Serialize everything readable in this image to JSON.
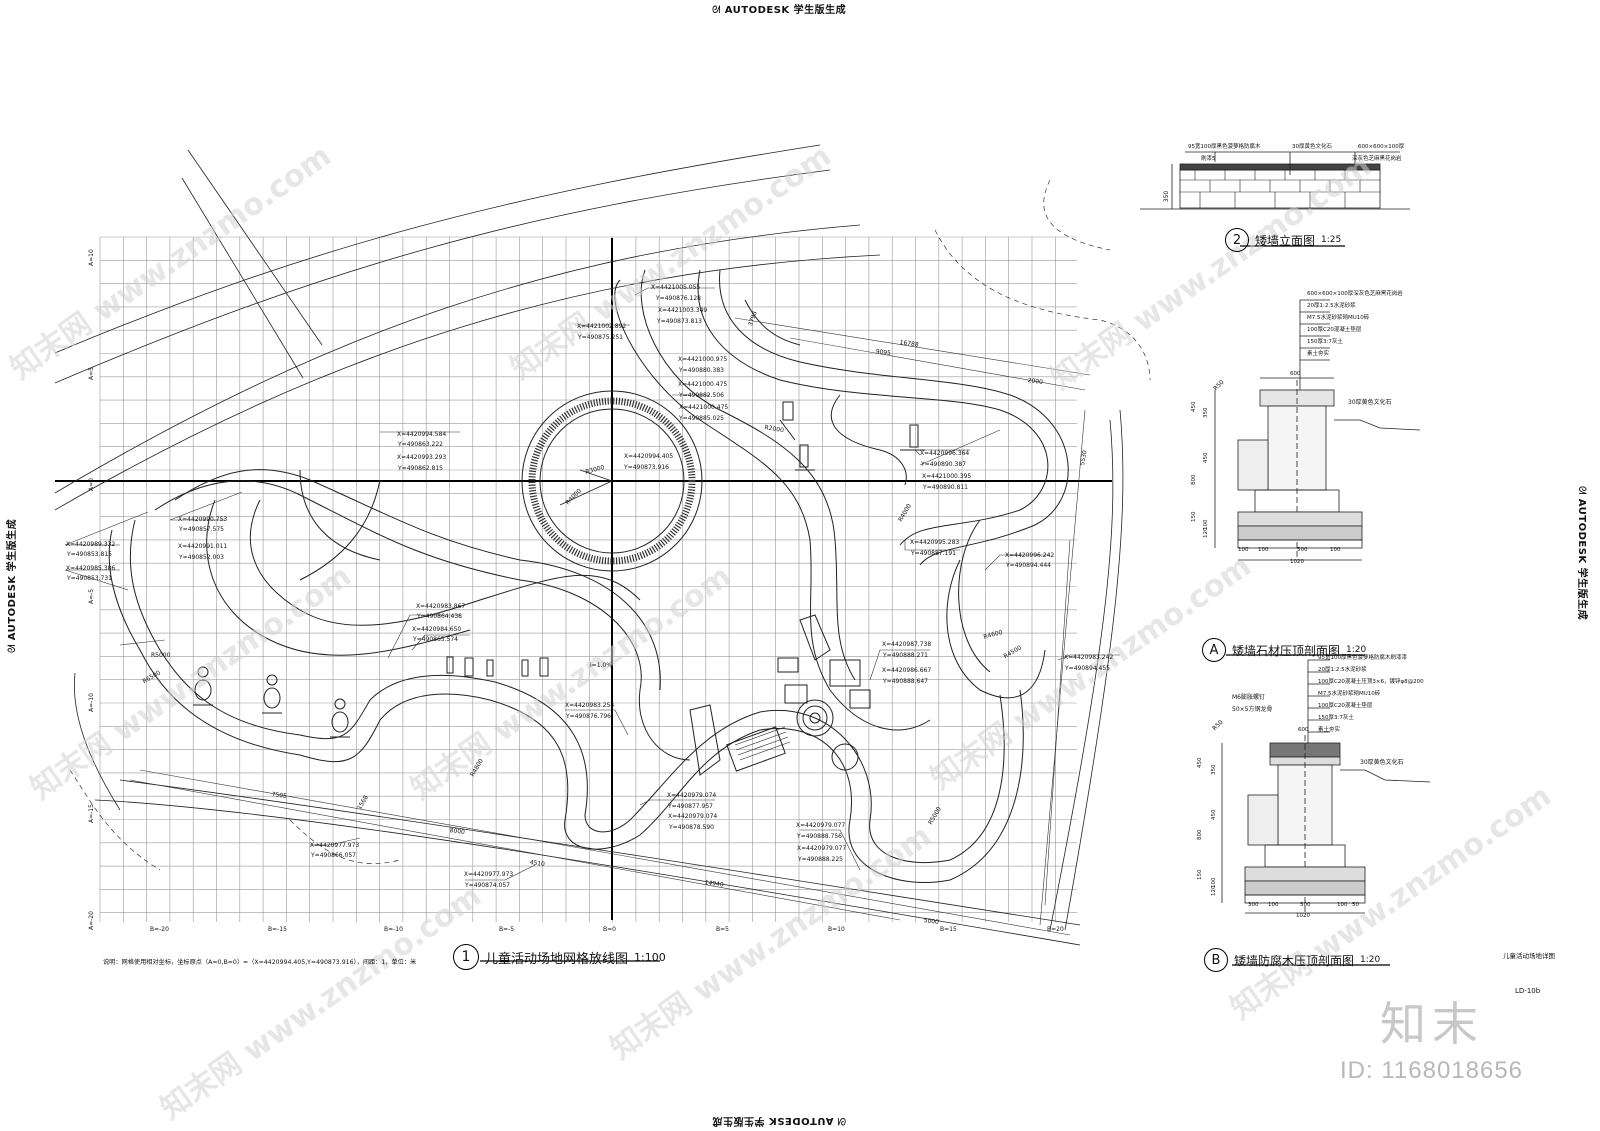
{
  "autodesk_stamp": "AUTODESK 学生版生成",
  "main_plan": {
    "circle_number": "1",
    "title": "儿童活动场地网格放线图",
    "scale": "1:100",
    "note": "说明：网格使用相对坐标，坐标原点（A=0,B=0）=（X=4420994.405,Y=490873.916），间距：1，单位：米",
    "grid_labels_left": [
      "A=10",
      "A=5",
      "A=0",
      "A=-5",
      "A=-10",
      "A=-15",
      "A=-20"
    ],
    "grid_labels_bottom": [
      "B=-20",
      "B=-15",
      "B=-10",
      "B=-5",
      "B=0",
      "B=5",
      "B=10",
      "B=15",
      "B=20"
    ],
    "coords": [
      "X=4421005.055",
      "Y=490876.128",
      "X=4421003.349",
      "Y=490873.813",
      "X=4421002.892",
      "Y=490875.251",
      "X=4421000.975",
      "Y=490880.383",
      "X=4421000.475",
      "Y=490882.506",
      "X=4421000.475",
      "Y=490885.025",
      "X=4420994.584",
      "Y=490863.222",
      "X=4420993.293",
      "Y=490862.815",
      "X=4420994.405",
      "Y=490873.916",
      "X=4420990.753",
      "Y=490857.575",
      "X=4420991.011",
      "Y=490852.003",
      "X=4420989.332",
      "Y=490853.815",
      "X=4420985.386",
      "Y=490853.731",
      "X=4420983.867",
      "Y=490864.438",
      "X=4420984.650",
      "Y=490865.574",
      "X=4420983.254",
      "Y=490876.796",
      "X=4420987.738",
      "Y=490888.271",
      "X=4420986.667",
      "Y=490888.647",
      "X=4420979.074",
      "Y=490877.957",
      "X=4420979.074",
      "Y=490878.590",
      "X=4420979.077",
      "Y=490888.756",
      "X=4420979.077",
      "Y=490888.225",
      "X=4420977.973",
      "Y=490866.057",
      "X=4420977.973",
      "Y=490874.057",
      "X=4420996.364",
      "Y=490890.387",
      "X=4421000.395",
      "Y=490890.811",
      "X=4420995.283",
      "Y=490887.191",
      "X=4420996.242",
      "Y=490894.444",
      "X=4420983.242",
      "Y=490894.455"
    ],
    "dims": [
      "R3000",
      "R4000",
      "R5000",
      "R6500",
      "R4600",
      "R4500",
      "R4800",
      "R5000",
      "R4000",
      "R2000",
      "3793",
      "9095",
      "16788",
      "2000",
      "5530",
      "7505",
      "8000",
      "4510",
      "14940",
      "5000",
      "1568",
      "i=1.0%"
    ]
  },
  "detail_2": {
    "circle_number": "2",
    "title": "矮墙立面图",
    "scale": "1:25",
    "callouts": [
      "95宽100厚黑色菠萝格防腐木",
      "刷漆5",
      "30厚黄色文化石",
      "600×600×100厚",
      "深灰色芝麻黑花岗岩"
    ],
    "dim": "350"
  },
  "detail_A": {
    "circle_letter": "A",
    "title": "矮墙石材压顶剖面图",
    "scale": "1:20",
    "callouts": [
      "600×600×100厚深灰色芝麻黑花岗岩",
      "20厚1:2.5水泥砂浆",
      "M7.5水泥砂浆砌MU10砖",
      "100厚C20混凝土垫层",
      "150厚3:7灰土",
      "素土夯实"
    ],
    "side_callout": "30厚黄色文化石",
    "dims_v": [
      "450",
      "350",
      "450",
      "800",
      "150",
      "100",
      "120"
    ],
    "dims_h": [
      "600",
      "100",
      "100",
      "500",
      "100",
      "1020"
    ],
    "label_r": "R50"
  },
  "detail_B": {
    "circle_letter": "B",
    "title": "矮墙防腐木压顶剖面图",
    "scale": "1:20",
    "callouts": [
      "95宽100厚黑色菠萝格防腐木刷漆漆",
      "20厚1:2.5水泥砂浆",
      "100厚C20混凝土压顶3×6，镀锌φ8@200",
      "M7.5水泥砂浆砌MU10砖",
      "100厚C20混凝土垫层",
      "150厚3:7灰土",
      "素土夯实"
    ],
    "left_callouts": [
      "M6膨胀螺钉",
      "50×5方钢龙骨"
    ],
    "side_callout": "30厚黄色文化石",
    "dims_v": [
      "450",
      "350",
      "450",
      "800",
      "150",
      "100",
      "120"
    ],
    "dims_h": [
      "600",
      "300",
      "100",
      "500",
      "100",
      "50",
      "1020"
    ],
    "label_r": "R50"
  },
  "drawing_name": "儿童活动场地详图",
  "drawing_code": "LD-10b",
  "watermark_logo": "知末",
  "watermark_id": "ID: 1168018656"
}
